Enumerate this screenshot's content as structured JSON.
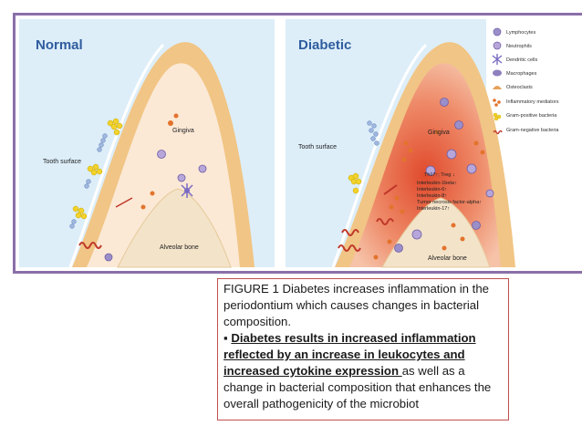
{
  "figure": {
    "normal_panel": {
      "title": "Normal",
      "tooth_surface_label": "Tooth surface",
      "gingiva_label": "Gingiva",
      "alveolar_bone_label": "Alveolar bone"
    },
    "diabetic_panel": {
      "title": "Diabetic",
      "tooth_surface_label": "Tooth surface",
      "gingiva_label": "Gingiva",
      "alveolar_bone_label": "Alveolar bone",
      "cytokine_lines": [
        "Th17↑; Treg ↓",
        "Interleukin-1beta↑",
        "Interleukin-6↑",
        "Interleukin-8↑",
        "Tumor necrosis factor-alpha↑",
        "Interleukin-17↑"
      ]
    },
    "legend": [
      {
        "label": "Lymphocytes",
        "icon": "lymphocyte-icon",
        "color": "#9b8fc9"
      },
      {
        "label": "Neutrophils",
        "icon": "neutrophil-icon",
        "color": "#b7a6d9"
      },
      {
        "label": "Dendritic cells",
        "icon": "dendritic-cell-icon",
        "color": "#7a6bc2"
      },
      {
        "label": "Macrophages",
        "icon": "macrophage-icon",
        "color": "#8e7fbf"
      },
      {
        "label": "Osteoclasts",
        "icon": "osteoclast-icon",
        "color": "#e5a25a"
      },
      {
        "label": "Inflammatory mediators",
        "icon": "mediator-icon",
        "color": "#e3732c"
      },
      {
        "label": "Gram-positive bacteria",
        "icon": "gram-positive-icon",
        "color": "#e8d020"
      },
      {
        "label": "Gram-negative bacteria",
        "icon": "gram-negative-icon",
        "color": "#c0392b"
      }
    ]
  },
  "caption": {
    "line1": "FIGURE 1    Diabetes increases inflammation in the periodontium which causes changes in bacterial composition.",
    "bullet": "▪",
    "bold_part": "Diabetes results in increased inflammation reflected by an increase in leukocytes and increased cytokine expression ",
    "rest": "as well as a change in bacterial composition that enhances the overall pathogenicity of the microbiot"
  }
}
